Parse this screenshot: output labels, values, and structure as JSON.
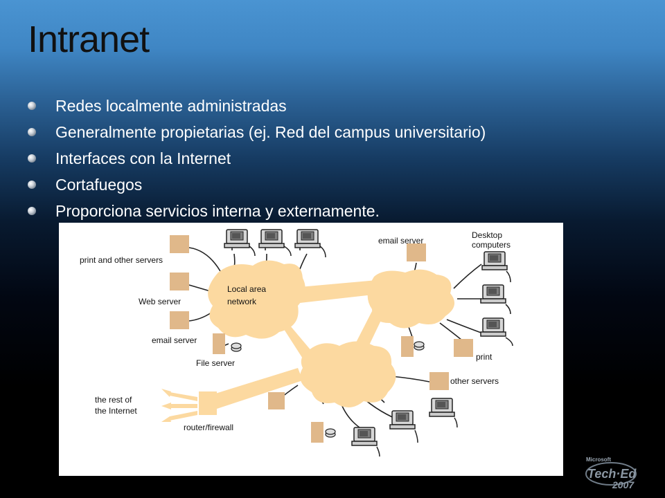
{
  "slide": {
    "title": "Intranet",
    "bullets": [
      "Redes localmente administradas",
      "Generalmente propietarias (ej. Red del campus universitario)",
      "Interfaces con la Internet",
      "Cortafuegos",
      "Proporciona servicios interna y externamente."
    ]
  },
  "diagram": {
    "labels": {
      "print_servers": "print  and other servers",
      "web_server": "Web server",
      "email_server_left": "email server",
      "file_server": "File server",
      "lan_line1": "Local area",
      "lan_line2": "network",
      "email_server_top": "email server",
      "desktop_line1": "Desktop",
      "desktop_line2": "computers",
      "print": "print",
      "other_servers": "other servers",
      "internet_line1": "the rest of",
      "internet_line2": "the Internet",
      "router": "router/firewall"
    },
    "colors": {
      "network": "#fcd9a0",
      "server": "#e0b88a",
      "computer": "#d4d4d4",
      "arrow": "#fcd9a0"
    }
  },
  "logo": {
    "top": "Microsoft",
    "main": "Tech·Ed",
    "year": "2007"
  }
}
